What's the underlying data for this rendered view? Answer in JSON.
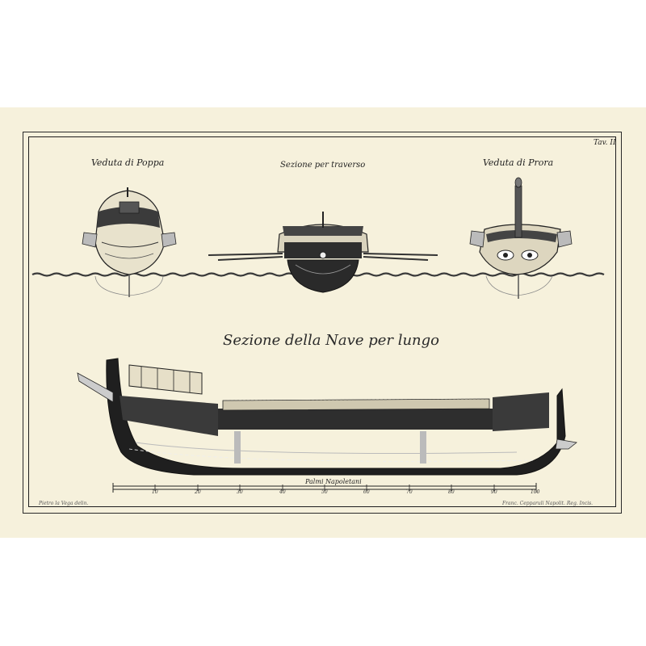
{
  "plate": {
    "tav": "Tav. II",
    "view_stern": "Veduta di Poppa",
    "cross_section": "Sezione per traverso",
    "view_bow": "Veduta di Prora",
    "long_section": "Sezione della Nave per lungo",
    "scale_unit": "Palmi Napoletani",
    "scale_ticks": [
      "10",
      "20",
      "30",
      "40",
      "50",
      "60",
      "70",
      "80",
      "90",
      "100"
    ],
    "credit_left": "Pietro la Vega delin.",
    "credit_right": "Franc. Cepparuli Napolit. Reg. Incis."
  },
  "colors": {
    "paper": "#f6f1dc",
    "ink": "#1e1e1e"
  }
}
